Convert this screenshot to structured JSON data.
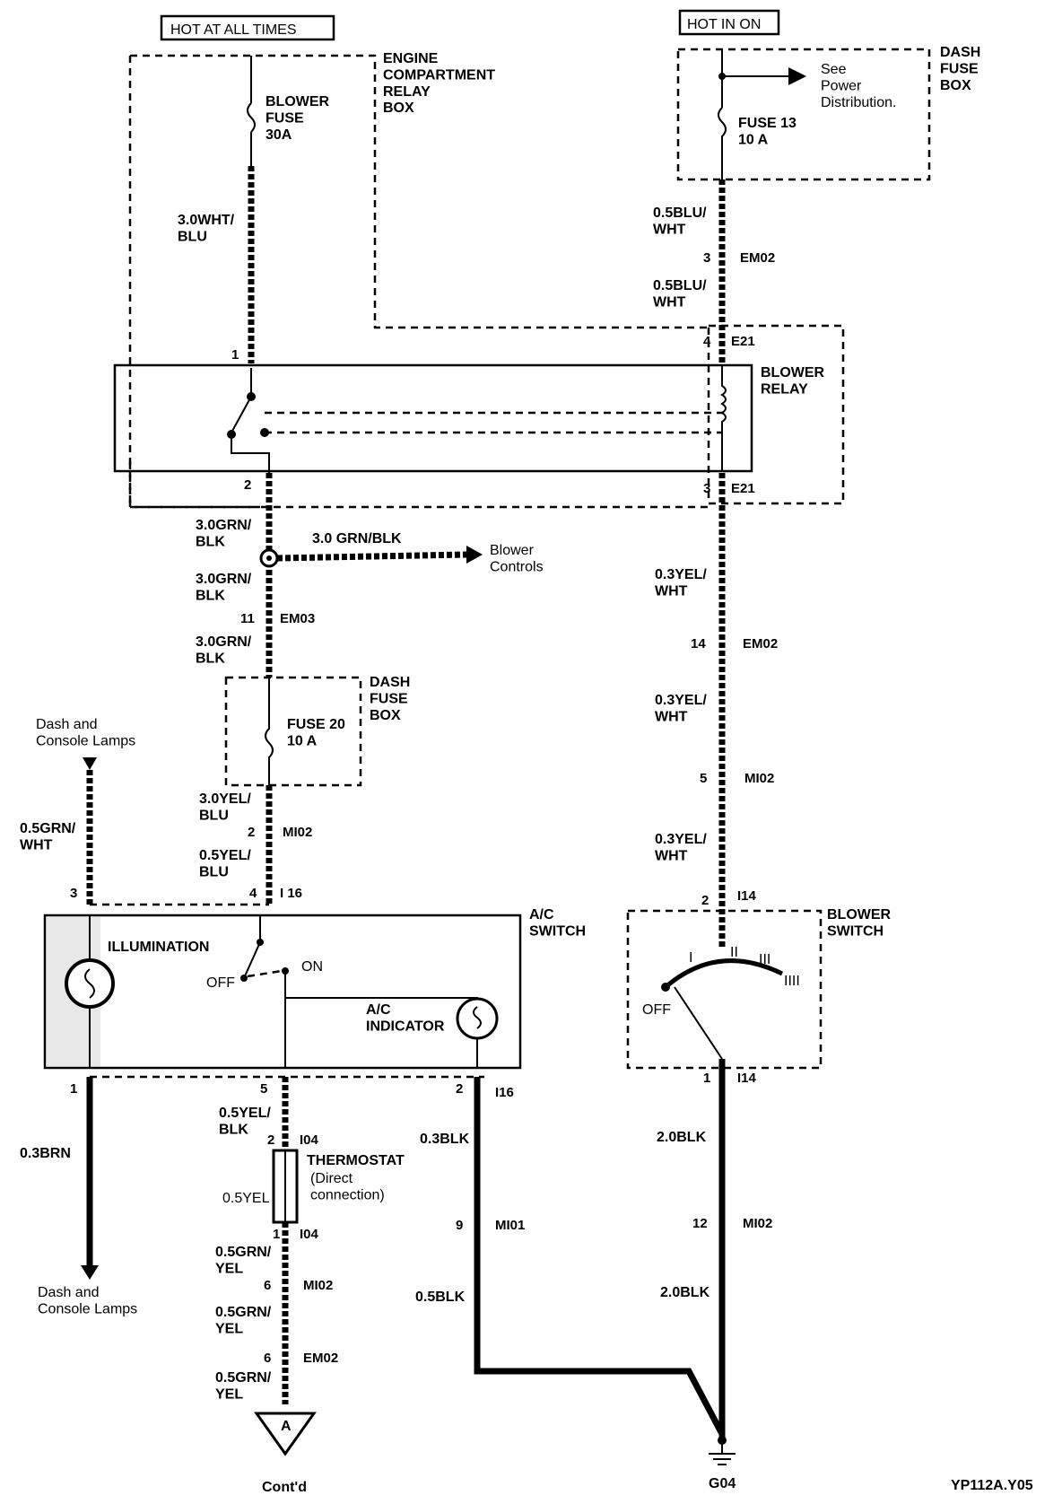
{
  "diagram": {
    "power_labels": {
      "hot_at_all_times": "HOT AT ALL TIMES",
      "hot_in_on": "HOT IN ON"
    },
    "boxes": {
      "engine_compartment_relay_box": "ENGINE\nCOMPARTMENT\nRELAY\nBOX",
      "dash_fuse_box_top": "DASH\nFUSE\nBOX",
      "dash_fuse_box_mid": "DASH\nFUSE\nBOX",
      "blower_relay": "BLOWER\nRELAY",
      "ac_switch": "A/C\nSWITCH",
      "blower_switch": "BLOWER\nSWITCH"
    },
    "components": {
      "blower_fuse": "BLOWER\nFUSE\n30A",
      "fuse13": "FUSE 13\n10 A",
      "fuse20": "FUSE 20\n10 A",
      "see_power": "See\nPower\nDistribution.",
      "illumination": "ILLUMINATION",
      "ac_indicator": "A/C\nINDICATOR",
      "off": "OFF",
      "on": "ON",
      "thermostat": "THERMOSTAT",
      "thermostat_note": "(Direct\nconnection)",
      "blower_controls": "Blower\nControls",
      "dash_console_top": "Dash and\nConsole Lamps",
      "dash_console_bottom": "Dash and\nConsole Lamps",
      "contd": "Cont'd",
      "ground": "G04",
      "connector_a": "A",
      "figure_id": "YP112A.Y05",
      "blower_speeds": [
        "I",
        "II",
        "III",
        "IIII"
      ],
      "blower_off": "OFF"
    },
    "wires": {
      "w_30wht_blu": "3.0WHT/\nBLU",
      "w_05blu_wht_1": "0.5BLU/\nWHT",
      "w_05blu_wht_2": "0.5BLU/\nWHT",
      "w_30grn_blk_1": "3.0GRN/\nBLK",
      "w_30grn_blk_branch": "3.0 GRN/BLK",
      "w_30grn_blk_2": "3.0GRN/\nBLK",
      "w_30grn_blk_3": "3.0GRN/\nBLK",
      "w_30yel_blu": "3.0YEL/\nBLU",
      "w_05yel_blu": "0.5YEL/\nBLU",
      "w_05grn_wht": "0.5GRN/\nWHT",
      "w_03brn": "0.3BRN",
      "w_05yel_blk": "0.5YEL/\nBLK",
      "w_05yel": "0.5YEL",
      "w_05grn_yel_1": "0.5GRN/\nYEL",
      "w_05grn_yel_2": "0.5GRN/\nYEL",
      "w_05grn_yel_3": "0.5GRN/\nYEL",
      "w_03blk": "0.3BLK",
      "w_05blk": "0.5BLK",
      "w_03yel_wht_1": "0.3YEL/\nWHT",
      "w_03yel_wht_2": "0.3YEL/\nWHT",
      "w_03yel_wht_3": "0.3YEL/\nWHT",
      "w_20blk_1": "2.0BLK",
      "w_20blk_2": "2.0BLK"
    },
    "connectors": {
      "em02_top": "EM02",
      "em02_top_pin": "3",
      "e21_top": "E21",
      "e21_top_pin": "4",
      "relay_pin1": "1",
      "relay_pin2": "2",
      "e21_bot": "E21",
      "e21_bot_pin": "3",
      "em03": "EM03",
      "em03_pin": "11",
      "em02_mid": "EM02",
      "em02_mid_pin": "14",
      "mi02_r1": "MI02",
      "mi02_r1_pin": "5",
      "i14_top": "I14",
      "i14_top_pin": "2",
      "i14_bot": "I14",
      "i14_bot_pin": "1",
      "mi02_r2": "MI02",
      "mi02_r2_pin": "12",
      "mi02_left": "MI02",
      "mi02_left_pin": "2",
      "i16_top": "I 16",
      "i16_top_pin": "4",
      "i16_pin3": "3",
      "i16_bot": "I16",
      "i16_bot_pin1": "1",
      "i16_bot_pin5": "5",
      "i16_bot_pin2": "2",
      "i04_top": "I04",
      "i04_top_pin": "2",
      "i04_bot": "I04",
      "i04_bot_pin": "1",
      "mi02_th": "MI02",
      "mi02_th_pin": "6",
      "em02_th": "EM02",
      "em02_th_pin": "6",
      "mi01": "MI01",
      "mi01_pin": "9"
    }
  }
}
